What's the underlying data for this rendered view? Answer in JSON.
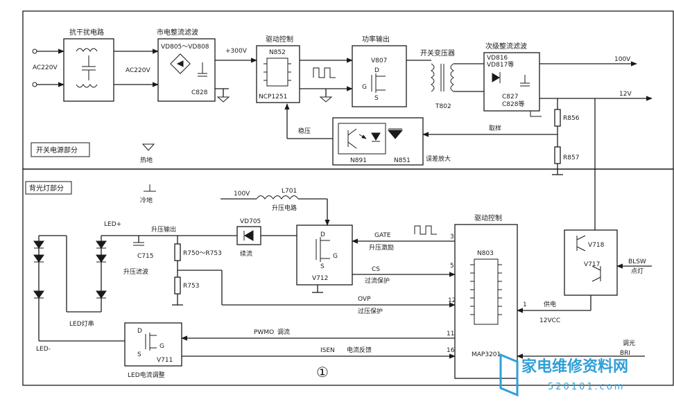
{
  "top": {
    "section_label": "开关电源部分",
    "ac_input": "AC220V",
    "emi_title": "抗干扰电路",
    "ac_mid": "AC220V",
    "rect_title": "市电整流滤波",
    "rect_parts": "VD805～VD808",
    "c828": "C828",
    "v300": "+300V",
    "drv_title": "驱动控制",
    "n852": "N852",
    "ncp": "NCP1251",
    "pwr_title": "功率输出",
    "v807": "V807",
    "pin_d": "D",
    "pin_g": "G",
    "pin_s": "S",
    "xfmr_title": "开关变压器",
    "t802": "T802",
    "sec_title": "次级整流滤波",
    "vd816": "VD816",
    "vd817": "VD817等",
    "c827": "C827",
    "c828b": "C828等",
    "out100": "100V",
    "out12": "12V",
    "r856": "R856",
    "r857": "R857",
    "sample": "取样",
    "stabilize": "稳压",
    "n891": "N891",
    "n851": "N851",
    "err_amp": "误差放大",
    "hot_gnd": "热地"
  },
  "bottom": {
    "section_label": "背光灯部分",
    "cold_gnd": "冷地",
    "in100": "100V",
    "l701": "L701",
    "boost_circuit": "升压电路",
    "vd705": "VD705",
    "freewheel": "续流",
    "led_plus": "LED+",
    "boost_out": "升压输出",
    "c715": "C715",
    "boost_filter": "升压滤波",
    "r750": "R750～R753",
    "r753": "R753",
    "v712": "V712",
    "pin_d": "D",
    "pin_g": "G",
    "pin_s": "S",
    "gate": "GATE",
    "boost_drive": "升压激励",
    "cs": "CS",
    "over_current": "过流保护",
    "ovp": "OVP",
    "over_voltage": "过压保护",
    "drv_title": "驱动控制",
    "n803": "N803",
    "map": "MAP3201",
    "pin3": "3",
    "pin5": "5",
    "pin12": "12",
    "pin11": "11",
    "pin16": "16",
    "pin1": "1",
    "v718": "V718",
    "v717": "V717",
    "blsw": "BLSW",
    "light_on": "点灯",
    "supply": "供电",
    "vcc12": "12VCC",
    "dimming": "调光",
    "bri": "BRI",
    "pwmo": "PWMO",
    "adjust_current": "调流",
    "isen": "ISEN",
    "current_fb": "电流反馈",
    "led_string": "LED灯串",
    "led_minus": "LED-",
    "v711": "V711",
    "led_adjust": "LED电流调整",
    "fig_no": "①"
  },
  "watermark": {
    "title": "家电维修资料网",
    "url": "520101.com"
  }
}
